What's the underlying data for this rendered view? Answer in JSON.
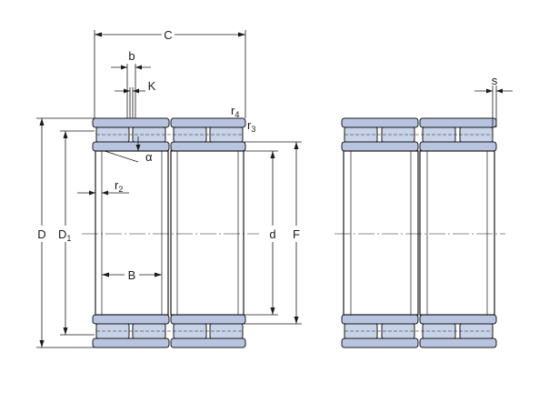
{
  "labels": {
    "C": "C",
    "b": "b",
    "K": "K",
    "r4": "r",
    "r4_sub": "4",
    "r3": "r",
    "r3_sub": "3",
    "s": "s",
    "alpha": "α",
    "r2": "r",
    "r2_sub": "2",
    "D": "D",
    "D1": "D",
    "D1_sub": "1",
    "d": "d",
    "F": "F",
    "B": "B"
  },
  "colors": {
    "roller_fill": "#c9d3e8",
    "ring_fill": "#b8c4e0",
    "line": "#1a1a1a"
  }
}
